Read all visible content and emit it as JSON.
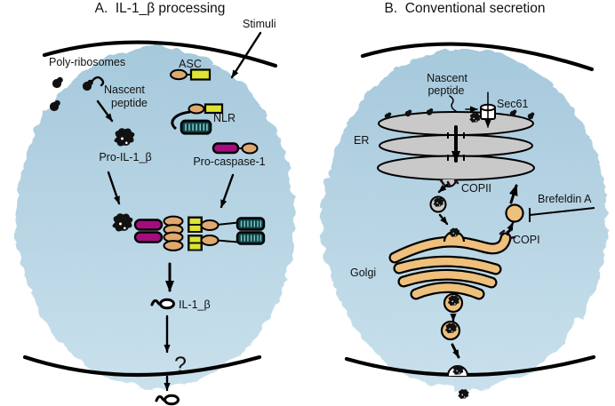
{
  "figure": {
    "panel_a": {
      "title": "A.  IL-1_β processing",
      "labels": {
        "stimuli": "Stimuli",
        "poly_ribosomes": "Poly-ribosomes",
        "nascent_1": "Nascent",
        "nascent_2": "peptide",
        "asc": "ASC",
        "nlr": "NLR",
        "pro_il1b": "Pro-IL-1_β",
        "pro_caspase1": "Pro-caspase-1",
        "il1b": "IL-1_β",
        "unknown_release": "?"
      }
    },
    "panel_b": {
      "title": "B.  Conventional secretion",
      "labels": {
        "nascent_1": "Nascent",
        "nascent_2": "peptide",
        "sec61": "Sec61",
        "er": "ER",
        "copii": "COPII",
        "brefeldin_a": "Brefeldin A",
        "copi": "COPI",
        "golgi": "Golgi"
      }
    },
    "colors": {
      "cell_top": "#a6c9dc",
      "cell_bottom": "#c9e0ec",
      "organelle_gray": "#c9c9c9",
      "golgi_tan": "#eec07c",
      "domain_tan": "#dfa96e",
      "domain_yellow": "#dce431",
      "domain_magenta": "#a40d7e",
      "lrr_teal": "#0e4449",
      "lrr_stripe": "#8fd2cf"
    }
  }
}
